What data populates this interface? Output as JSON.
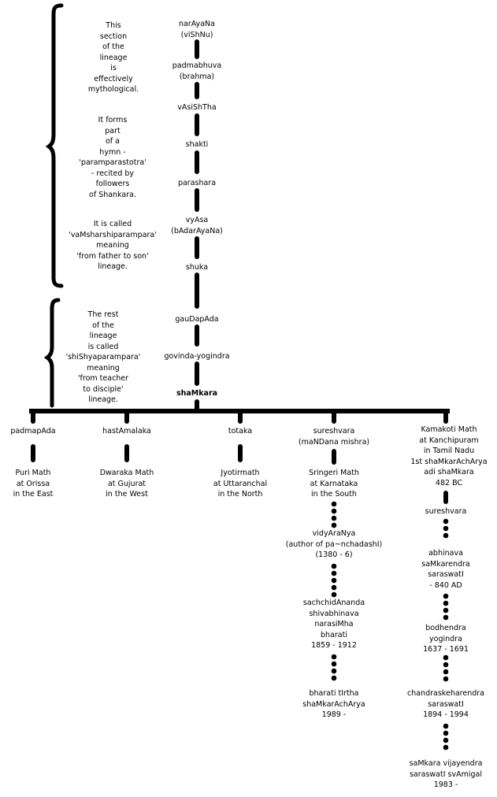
{
  "top_chain": [
    {
      "id": "narayana",
      "text": "narAyaNa\n(viShNu)"
    },
    {
      "id": "padmabhuva",
      "text": "padmabhuva\n(brahma)"
    },
    {
      "id": "vasishtha",
      "text": "vAsiShTha"
    },
    {
      "id": "shakti",
      "text": "shakti"
    },
    {
      "id": "parashara",
      "text": "parashara"
    },
    {
      "id": "vyasa",
      "text": "vyAsa\n(bAdarAyaNa)"
    },
    {
      "id": "shuka",
      "text": "shuka"
    },
    {
      "id": "gaudapada",
      "text": "gauDapAda"
    },
    {
      "id": "govinda",
      "text": "govinda-yogindra"
    },
    {
      "id": "shankara",
      "text": "shaMkara"
    }
  ],
  "annotations": {
    "mythological": "This\nsection\nof the\nlineage\nis\neffectively\nmythological.",
    "hymn": "It forms\npart\nof a\nhymn -\n'paramparastotra'\n- recited by\nfollowers\nof Shankara.",
    "vamsha": "It is called\n'vaMsharshiparampara'\nmeaning\n'from father to son'\nlineage.",
    "shishya": "The rest\nof the\nlineage\nis called\n'shiShyaparampara'\nmeaning\n'from teacher\nto disciple'\nlineage."
  },
  "branches": [
    {
      "id": "padmapada",
      "name": "padmapAda",
      "math": "Puri Math\nat Orissa\nin the East"
    },
    {
      "id": "hastamalaka",
      "name": "hastAmalaka",
      "math": "Dwaraka Math\nat Gujurat\nin the West"
    },
    {
      "id": "totaka",
      "name": "totaka",
      "math": "Jyotirmath\nat Uttaranchal\nin the North"
    },
    {
      "id": "sureshvara",
      "name": "sureshvara\n(maNDana mishra)",
      "math": "Sringeri Math\nat Karnataka\nin the South"
    },
    {
      "id": "kamakoti",
      "name": "Kamakoti Math\nat Kanchipuram\nin Tamil Nadu\n1st shaMkarAchArya\nadi shaMkara\n482 BC"
    }
  ],
  "sringeri_chain": [
    {
      "id": "vidyaranya",
      "text": "vidyAraNya\n(author of pa~nchadashI)\n(1380 - 6)"
    },
    {
      "id": "sachchidananda",
      "text": "sachchidAnanda\nshivabhinava\nnarasiMha\nbharati\n1859 - 1912"
    },
    {
      "id": "bharati-tirtha",
      "text": "bharati tIrtha\nshaMkarAchArya\n1989 -"
    }
  ],
  "kamakoti_chain": [
    {
      "id": "k-sureshvara",
      "text": "sureshvara"
    },
    {
      "id": "abhinava",
      "text": "abhinava\nsaMkarendra\nsaraswatI\n- 840 AD"
    },
    {
      "id": "bodhendra",
      "text": "bodhendra\nyogindra\n1637 - 1691"
    },
    {
      "id": "chandrasekharendra",
      "text": "chandraskeharendra\nsaraswatI\n1894 - 1994"
    },
    {
      "id": "vijayendra",
      "text": "saMkara vijayendra\nsaraswatI svAmigal\n1983 -"
    }
  ]
}
